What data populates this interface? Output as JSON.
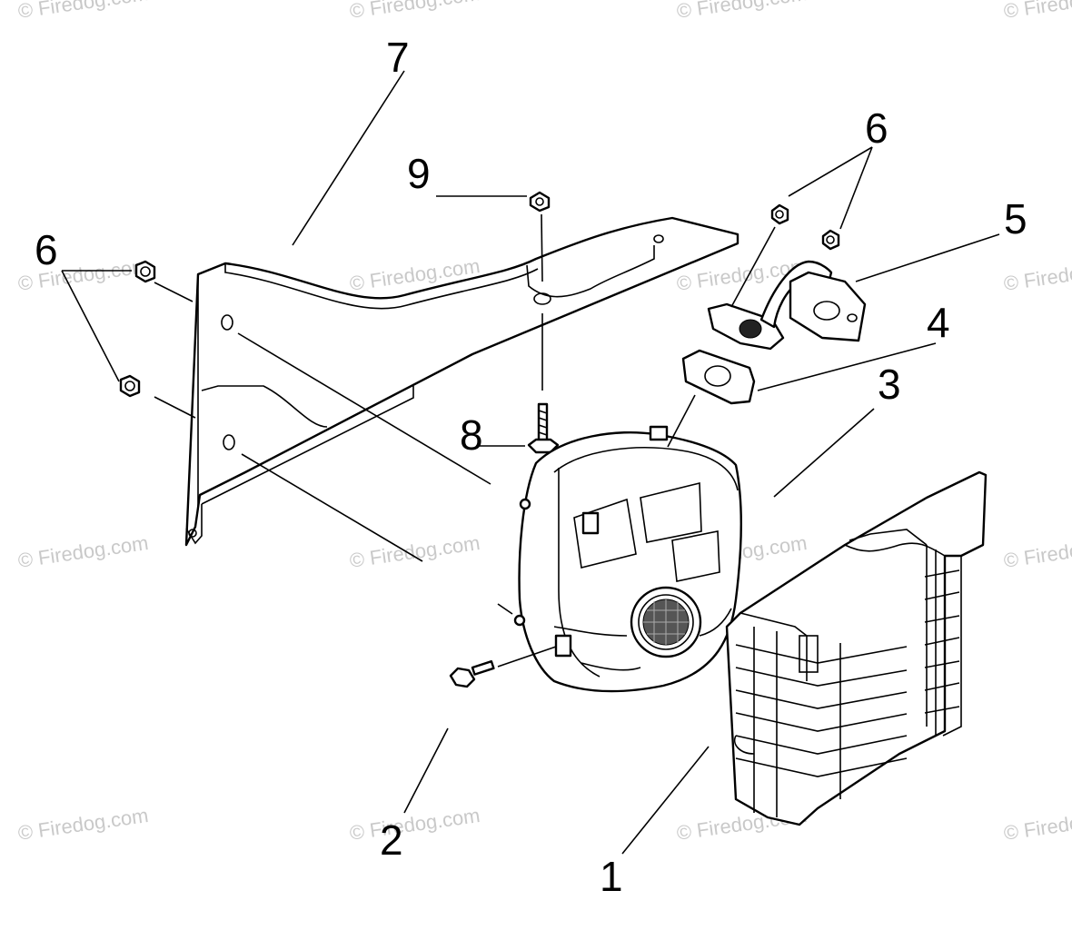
{
  "watermark": "© Firedog.com",
  "callouts": [
    {
      "id": "1",
      "label": "1"
    },
    {
      "id": "2",
      "label": "2"
    },
    {
      "id": "3",
      "label": "3"
    },
    {
      "id": "4",
      "label": "4"
    },
    {
      "id": "5",
      "label": "5"
    },
    {
      "id": "6a",
      "label": "6"
    },
    {
      "id": "6b",
      "label": "6"
    },
    {
      "id": "7",
      "label": "7"
    },
    {
      "id": "8",
      "label": "8"
    },
    {
      "id": "9",
      "label": "9"
    }
  ]
}
